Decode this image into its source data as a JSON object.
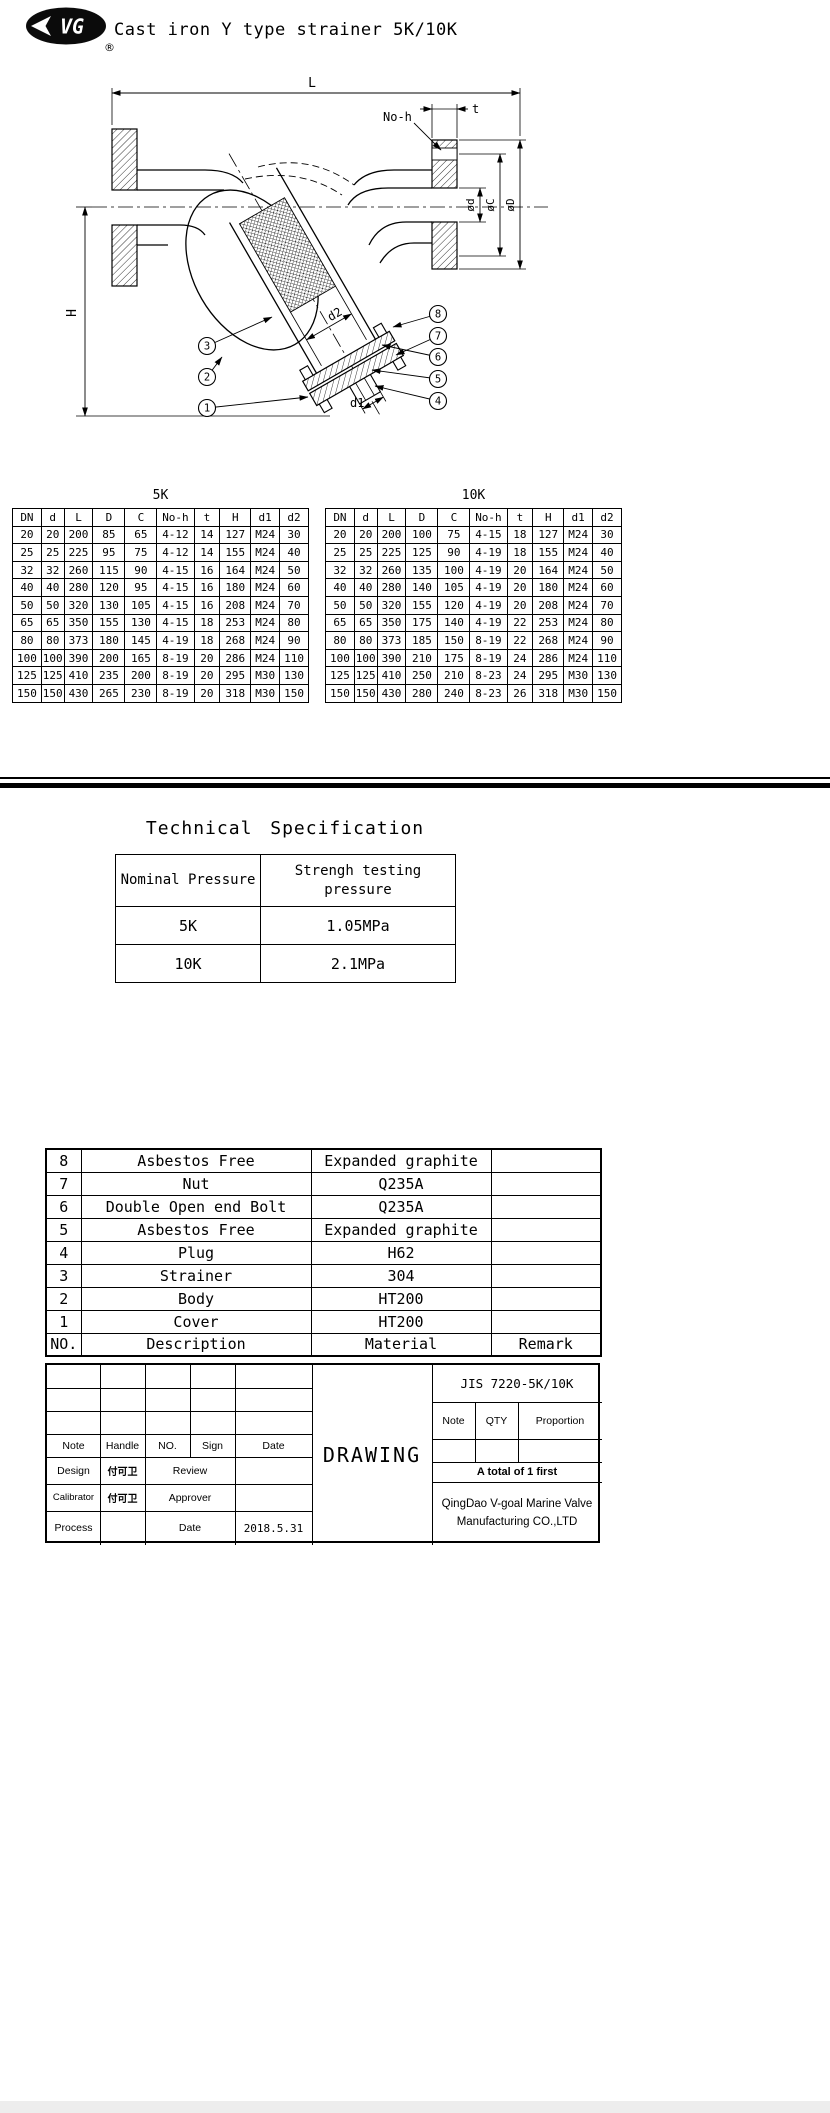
{
  "page": {
    "title": "Cast iron Y type strainer 5K/10K",
    "logo_text": "VG",
    "registered_mark": "®"
  },
  "drawing": {
    "dim_L": "L",
    "dim_t": "t",
    "dim_no_h": "No-h",
    "dim_od": "ød",
    "dim_oc": "øC",
    "dim_oD": "øD",
    "dim_H": "H",
    "dim_d1": "d1",
    "dim_d2": "d2",
    "callouts": [
      "1",
      "2",
      "3",
      "4",
      "5",
      "6",
      "7",
      "8"
    ]
  },
  "dimension_tables": {
    "k5": {
      "title": "5K",
      "headers": [
        "DN",
        "d",
        "L",
        "D",
        "C",
        "No-h",
        "t",
        "H",
        "d1",
        "d2"
      ],
      "rows": [
        [
          "20",
          "20",
          "200",
          "85",
          "65",
          "4-12",
          "14",
          "127",
          "M24",
          "30"
        ],
        [
          "25",
          "25",
          "225",
          "95",
          "75",
          "4-12",
          "14",
          "155",
          "M24",
          "40"
        ],
        [
          "32",
          "32",
          "260",
          "115",
          "90",
          "4-15",
          "16",
          "164",
          "M24",
          "50"
        ],
        [
          "40",
          "40",
          "280",
          "120",
          "95",
          "4-15",
          "16",
          "180",
          "M24",
          "60"
        ],
        [
          "50",
          "50",
          "320",
          "130",
          "105",
          "4-15",
          "16",
          "208",
          "M24",
          "70"
        ],
        [
          "65",
          "65",
          "350",
          "155",
          "130",
          "4-15",
          "18",
          "253",
          "M24",
          "80"
        ],
        [
          "80",
          "80",
          "373",
          "180",
          "145",
          "4-19",
          "18",
          "268",
          "M24",
          "90"
        ],
        [
          "100",
          "100",
          "390",
          "200",
          "165",
          "8-19",
          "20",
          "286",
          "M24",
          "110"
        ],
        [
          "125",
          "125",
          "410",
          "235",
          "200",
          "8-19",
          "20",
          "295",
          "M30",
          "130"
        ],
        [
          "150",
          "150",
          "430",
          "265",
          "230",
          "8-19",
          "20",
          "318",
          "M30",
          "150"
        ]
      ]
    },
    "k10": {
      "title": "10K",
      "headers": [
        "DN",
        "d",
        "L",
        "D",
        "C",
        "No-h",
        "t",
        "H",
        "d1",
        "d2"
      ],
      "rows": [
        [
          "20",
          "20",
          "200",
          "100",
          "75",
          "4-15",
          "18",
          "127",
          "M24",
          "30"
        ],
        [
          "25",
          "25",
          "225",
          "125",
          "90",
          "4-19",
          "18",
          "155",
          "M24",
          "40"
        ],
        [
          "32",
          "32",
          "260",
          "135",
          "100",
          "4-19",
          "20",
          "164",
          "M24",
          "50"
        ],
        [
          "40",
          "40",
          "280",
          "140",
          "105",
          "4-19",
          "20",
          "180",
          "M24",
          "60"
        ],
        [
          "50",
          "50",
          "320",
          "155",
          "120",
          "4-19",
          "20",
          "208",
          "M24",
          "70"
        ],
        [
          "65",
          "65",
          "350",
          "175",
          "140",
          "4-19",
          "22",
          "253",
          "M24",
          "80"
        ],
        [
          "80",
          "80",
          "373",
          "185",
          "150",
          "8-19",
          "22",
          "268",
          "M24",
          "90"
        ],
        [
          "100",
          "100",
          "390",
          "210",
          "175",
          "8-19",
          "24",
          "286",
          "M24",
          "110"
        ],
        [
          "125",
          "125",
          "410",
          "250",
          "210",
          "8-23",
          "24",
          "295",
          "M30",
          "130"
        ],
        [
          "150",
          "150",
          "430",
          "280",
          "240",
          "8-23",
          "26",
          "318",
          "M30",
          "150"
        ]
      ]
    }
  },
  "spec": {
    "heading": "Technical Specification",
    "col1_header": "Nominal Pressure",
    "col2_header": "Strengh testing pressure",
    "rows": [
      [
        "5K",
        "1.05MPa"
      ],
      [
        "10K",
        "2.1MPa"
      ]
    ]
  },
  "parts_table": {
    "rows": [
      [
        "8",
        "Asbestos Free",
        "Expanded graphite",
        ""
      ],
      [
        "7",
        "Nut",
        "Q235A",
        ""
      ],
      [
        "6",
        "Double Open end Bolt",
        "Q235A",
        ""
      ],
      [
        "5",
        "Asbestos Free",
        "Expanded graphite",
        ""
      ],
      [
        "4",
        "Plug",
        "H62",
        ""
      ],
      [
        "3",
        "Strainer",
        "304",
        ""
      ],
      [
        "2",
        "Body",
        "HT200",
        ""
      ],
      [
        "1",
        "Cover",
        "HT200",
        ""
      ],
      [
        "NO.",
        "Description",
        "Material",
        "Remark"
      ]
    ]
  },
  "title_block": {
    "header_row": [
      "Note",
      "Handle",
      "NO.",
      "Sign",
      "Date"
    ],
    "design_label": "Design",
    "design_sign": "付可卫",
    "review_label": "Review",
    "calibrator_label": "Calibrator",
    "calibrator_sign": "付可卫",
    "approver_label": "Approver",
    "process_label": "Process",
    "date_label": "Date",
    "date_value": "2018.5.31",
    "drawing_title": "DRAWING",
    "doc_number": "JIS 7220-5K/10K",
    "note_label": "Note",
    "qty_label": "QTY",
    "proportion_label": "Proportion",
    "total_text": "A total of 1 first",
    "company_line1": "QingDao V-goal Marine Valve",
    "company_line2": "Manufacturing CO.,LTD"
  }
}
